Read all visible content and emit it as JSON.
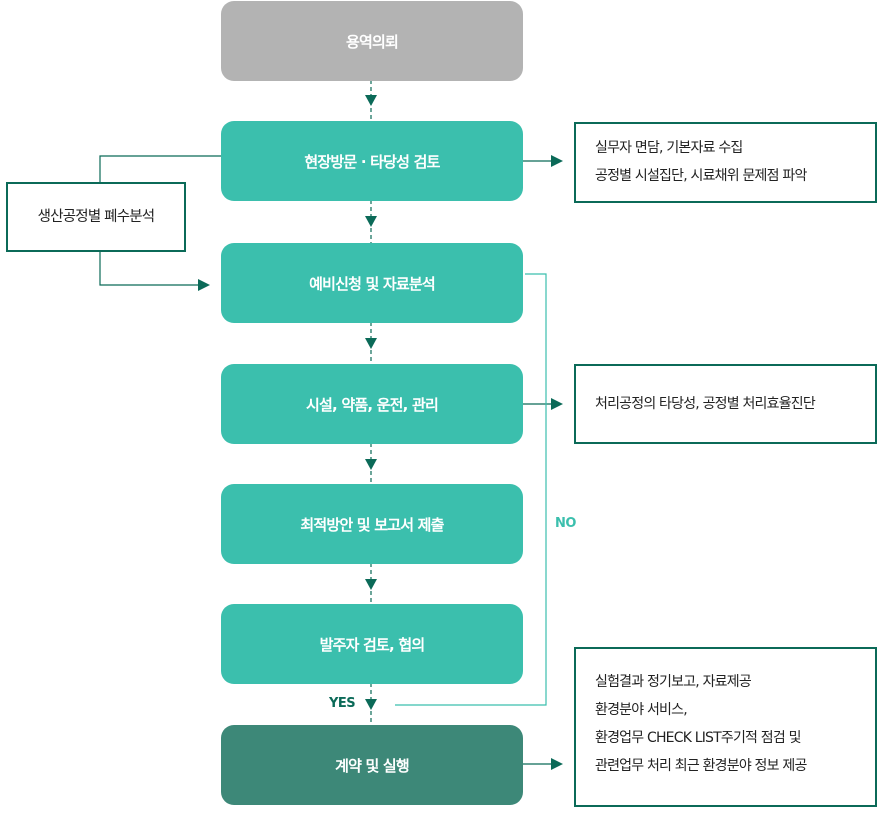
{
  "colors": {
    "step_gray": "#b3b3b3",
    "step_teal": "#3bbfad",
    "step_dark": "#3d8878",
    "arrow": "#0b6a58",
    "no_line": "#3bbfad"
  },
  "steps": [
    {
      "label": "용역의뢰"
    },
    {
      "label": "현장방문 · 타당성 검토"
    },
    {
      "label": "예비신청 및 자료분석"
    },
    {
      "label": "시설, 약품, 운전, 관리"
    },
    {
      "label": "최적방안 및 보고서 제출"
    },
    {
      "label": "발주자 검토, 협의"
    },
    {
      "label": "계약 및 실행"
    }
  ],
  "side_box": {
    "label": "생산공정별 폐수분석"
  },
  "notes": [
    {
      "lines": [
        "실무자 면담, 기본자료 수집",
        "공정별 시설집단, 시료채위 문제점 파악"
      ]
    },
    {
      "lines": [
        "처리공정의 타당성, 공정별 처리효율진단"
      ]
    },
    {
      "lines": [
        "실험결과 정기보고, 자료제공",
        "환경분야 서비스,",
        "환경업무 CHECK LIST주기적 점검 및",
        "관련업무 처리 최근 환경분야 정보 제공"
      ]
    }
  ],
  "branch_labels": {
    "no": "NO",
    "yes": "YES"
  }
}
